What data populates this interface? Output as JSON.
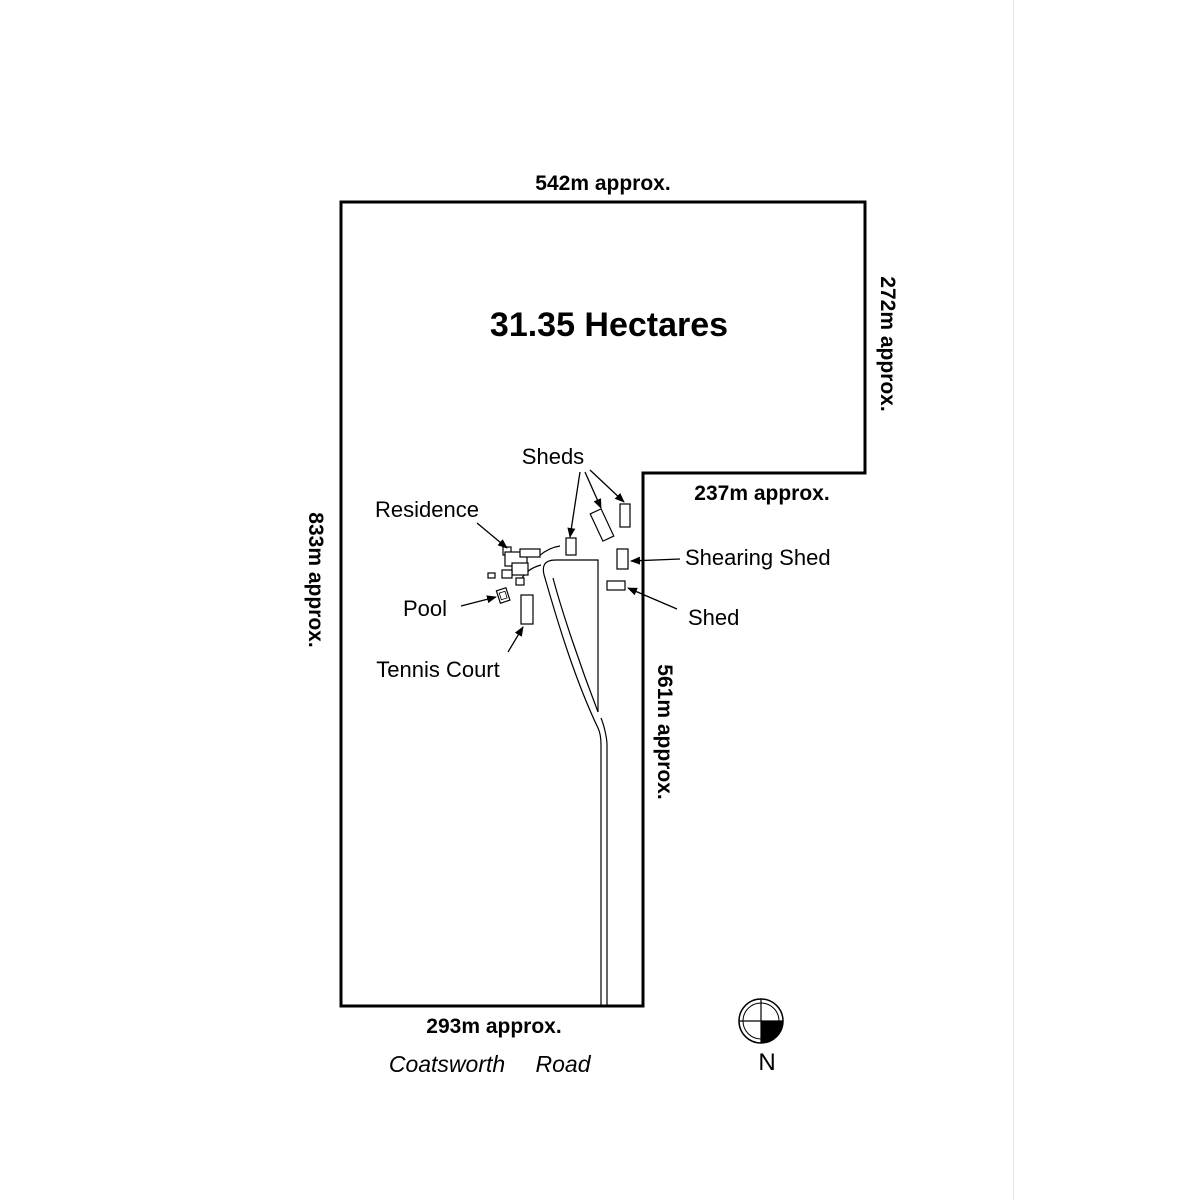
{
  "plan": {
    "area": "31.35 Hectares",
    "dimensions": {
      "top": "542m approx.",
      "right_upper": "272m approx.",
      "step": "237m approx.",
      "right_lower": "561m approx.",
      "left": "833m approx.",
      "bottom": "293m approx."
    },
    "road": {
      "word1": "Coatsworth",
      "word2": "Road"
    },
    "labels": {
      "sheds": "Sheds",
      "residence": "Residence",
      "pool": "Pool",
      "tennis_court": "Tennis Court",
      "shearing_shed": "Shearing Shed",
      "shed": "Shed"
    },
    "north": "N"
  }
}
